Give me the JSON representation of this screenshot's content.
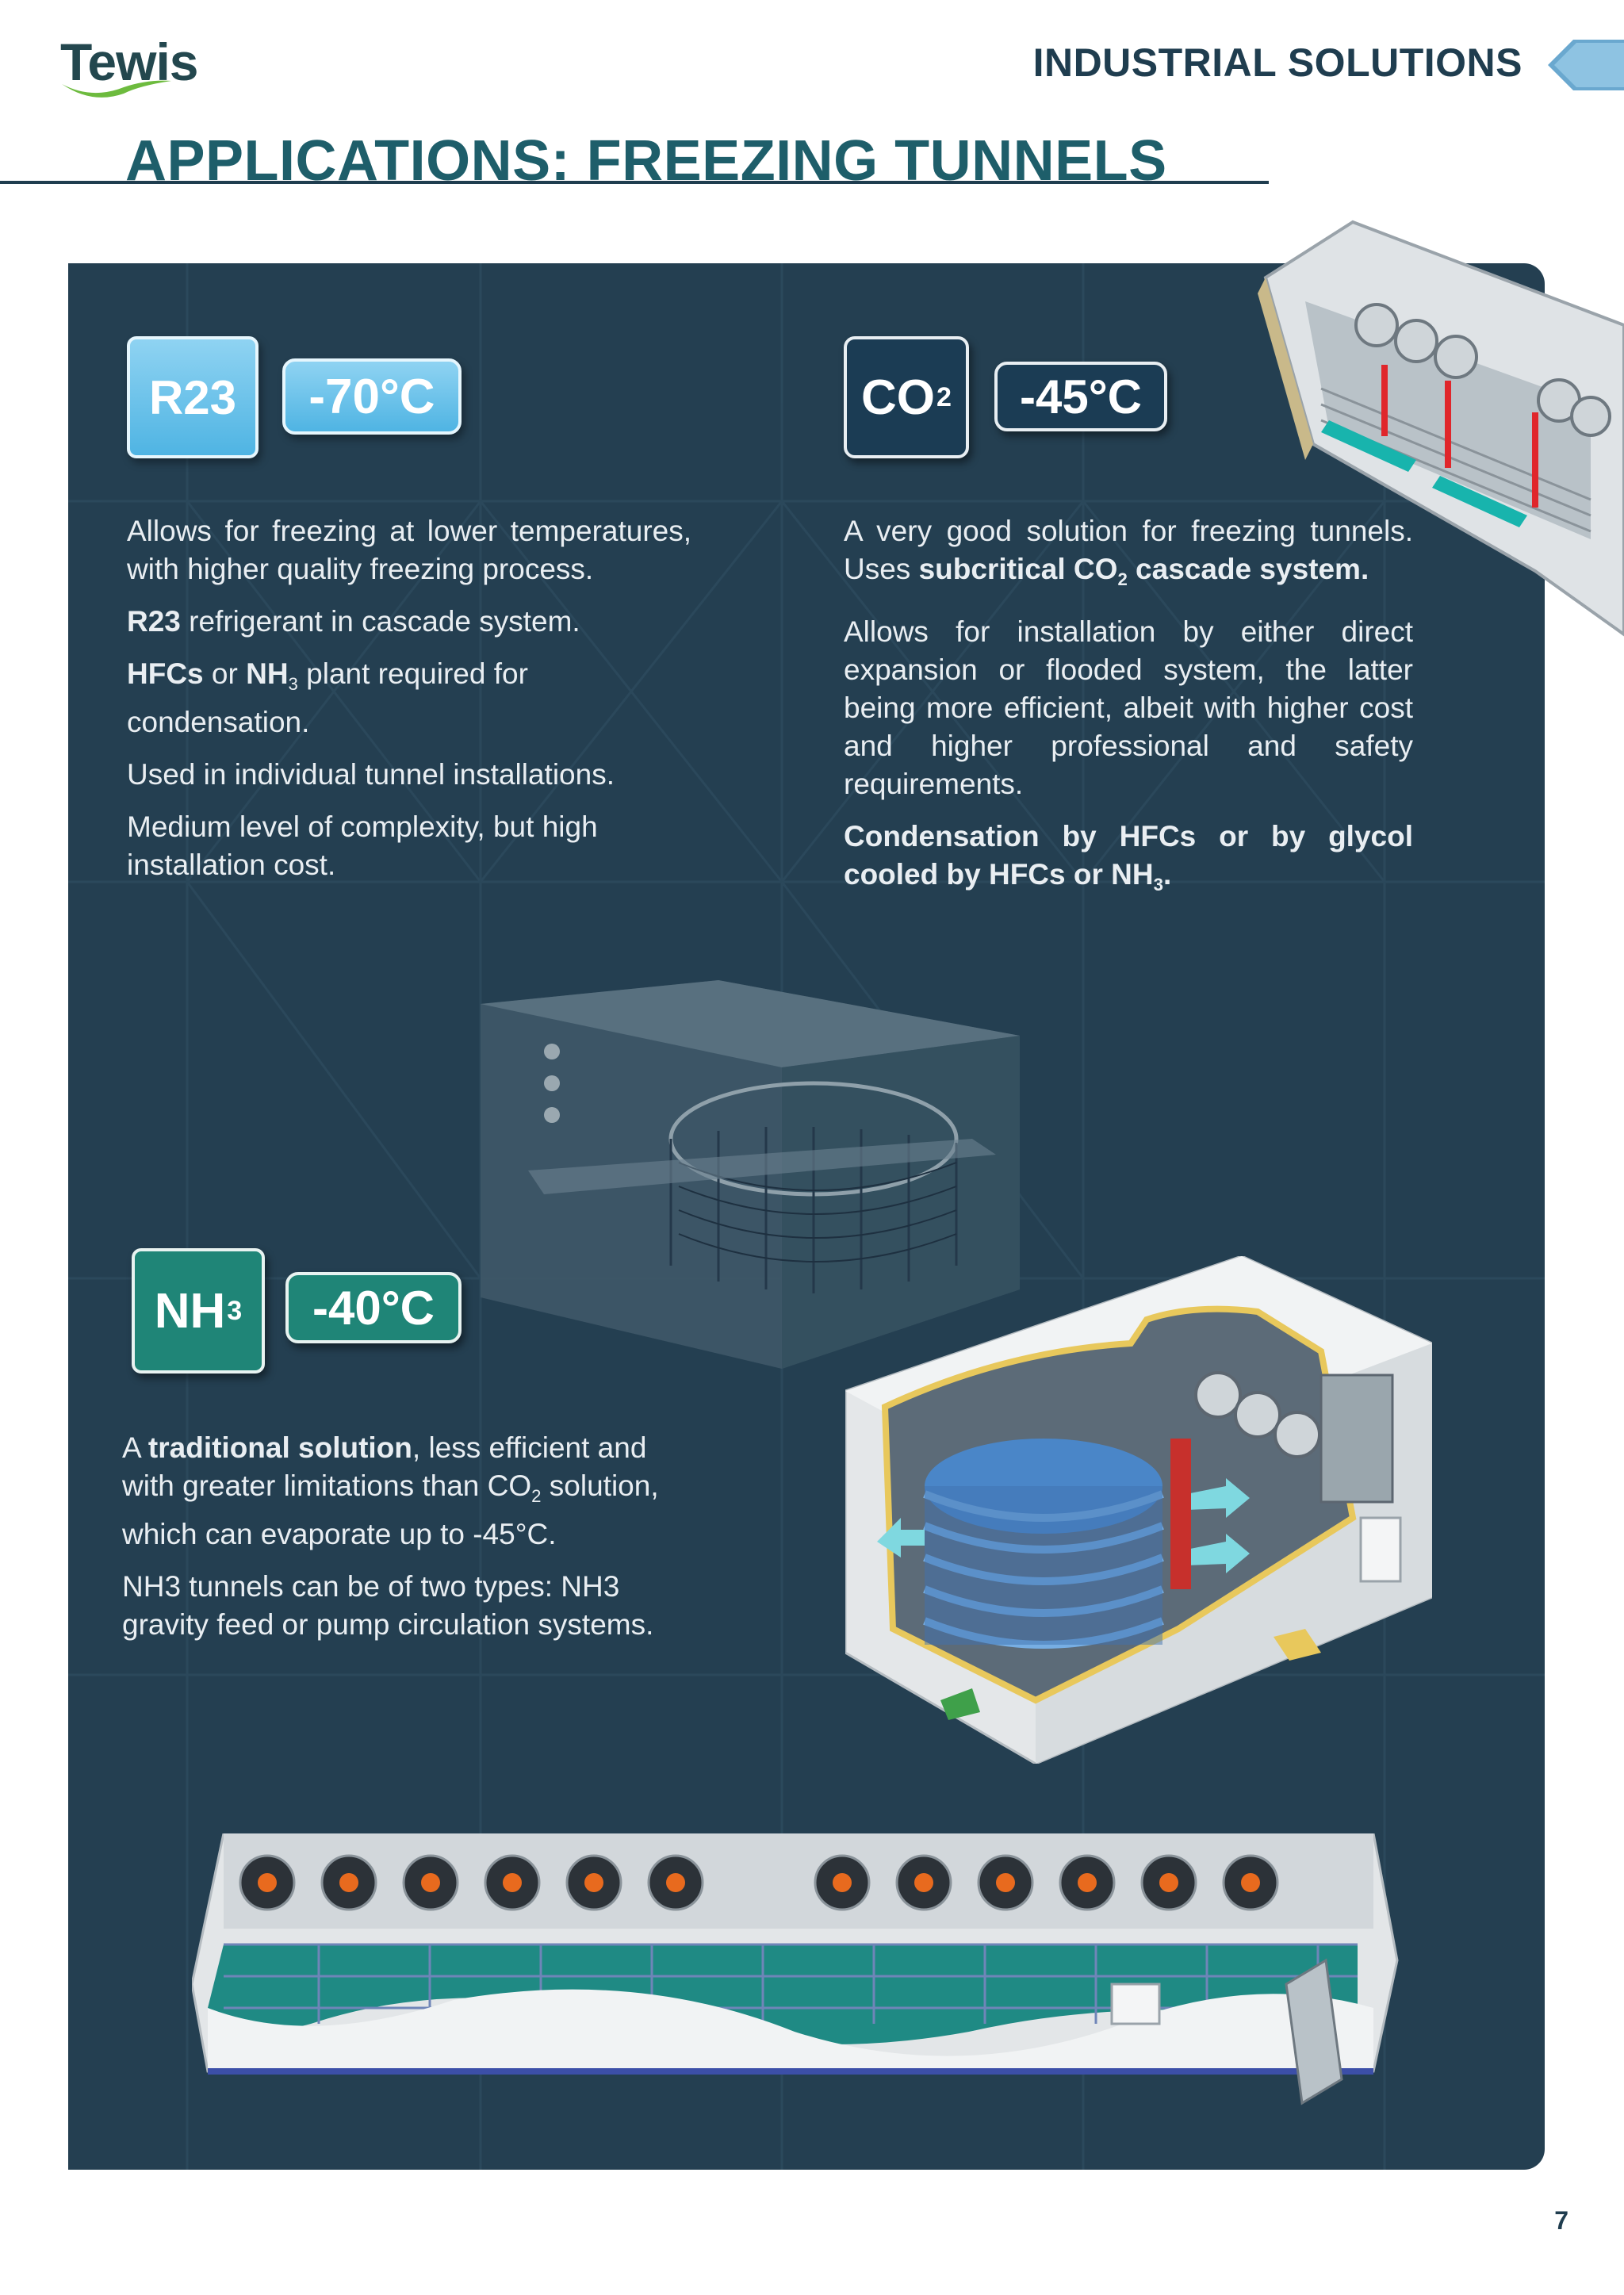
{
  "header": {
    "logo_text": "Tewis",
    "section_label": "INDUSTRIAL SOLUTIONS",
    "page_title": "APPLICATIONS: FREEZING TUNNELS"
  },
  "colors": {
    "primary_dark": "#243f51",
    "title_teal": "#1e5e6a",
    "r23_blue": "#5bbce6",
    "co2_navy": "#1b3c54",
    "nh3_green": "#1f8577",
    "logo_green": "#6dbb3e"
  },
  "r23": {
    "badge": "R23",
    "temperature": "-70°C",
    "paragraphs": [
      "Allows for freezing at lower temperatures, with higher quality freezing process.",
      {
        "bold": "R23",
        "rest": " refrigerant in cascade system."
      },
      {
        "bold1": "HFCs",
        "mid": " or ",
        "bold2": "NH",
        "sub": "3",
        "rest": " plant required for condensation."
      },
      "Used in individual tunnel installations.",
      "Medium level of complexity, but high installation cost."
    ]
  },
  "co2": {
    "badge_main": "CO",
    "badge_sub": "2",
    "temperature": "-45°C",
    "p1_a": "A very good solution for freezing tunnels. Uses ",
    "p1_b": "subcritical CO",
    "p1_sub": "2",
    "p1_c": " cascade system.",
    "p2": "Allows for installation by either direct expansion or flooded system, the latter being more efficient, albeit with higher cost and higher professional and safety requirements.",
    "p3_a": "Condensation by HFCs or by glycol cooled by HFCs or NH",
    "p3_sub": "3",
    "p3_c": "."
  },
  "nh3": {
    "badge_main": "NH",
    "badge_sub": "3",
    "temperature": "-40°C",
    "p1_a": "A ",
    "p1_bold": "traditional solution",
    "p1_b": ", less efficient and with greater limitations than CO",
    "p1_sub": "2",
    "p1_c": " solution, which can evaporate up to -45°C.",
    "p2": "NH3 tunnels can be of two types: NH3 gravity feed or pump circulation systems."
  },
  "page_number": "7"
}
